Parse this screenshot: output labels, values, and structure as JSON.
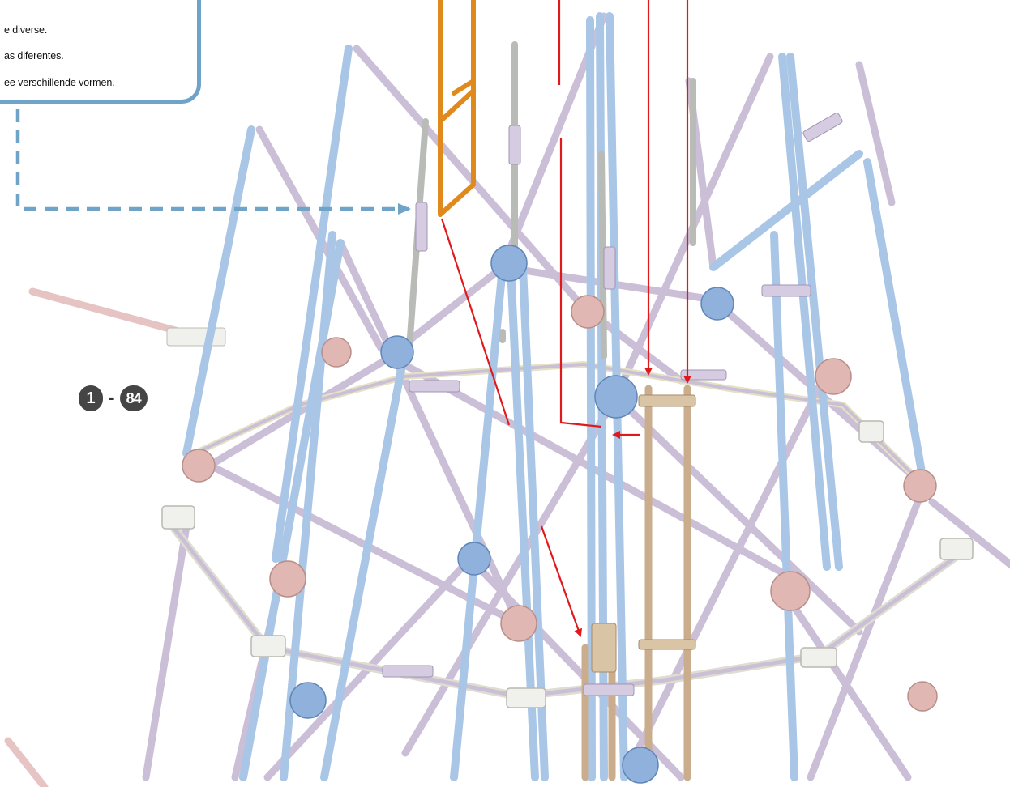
{
  "callout": {
    "lines": [
      "",
      "e diverse.",
      "as diferentes.",
      "ee verschillende vormen."
    ]
  },
  "step_range": {
    "from": "1",
    "separator": "-",
    "to": "84"
  },
  "colors": {
    "callout_border": "#6fa3c8",
    "highlight_part": "#e08a1e",
    "arrow": "#e0191d",
    "rod_blue": "#a9c6e6",
    "rod_lavender": "#cbbfd8",
    "rod_pink": "#e7c4c4",
    "rod_gray": "#b9bcb6",
    "rod_tan": "#c9ad8c",
    "connector_blue": "#8fb1dc",
    "connector_pink": "#e0b7b2",
    "connector_white": "#f0f0ec"
  },
  "icons": {
    "callout_pointer": "dashed-arrow-icon",
    "placement_arrow": "red-arrow-icon"
  }
}
